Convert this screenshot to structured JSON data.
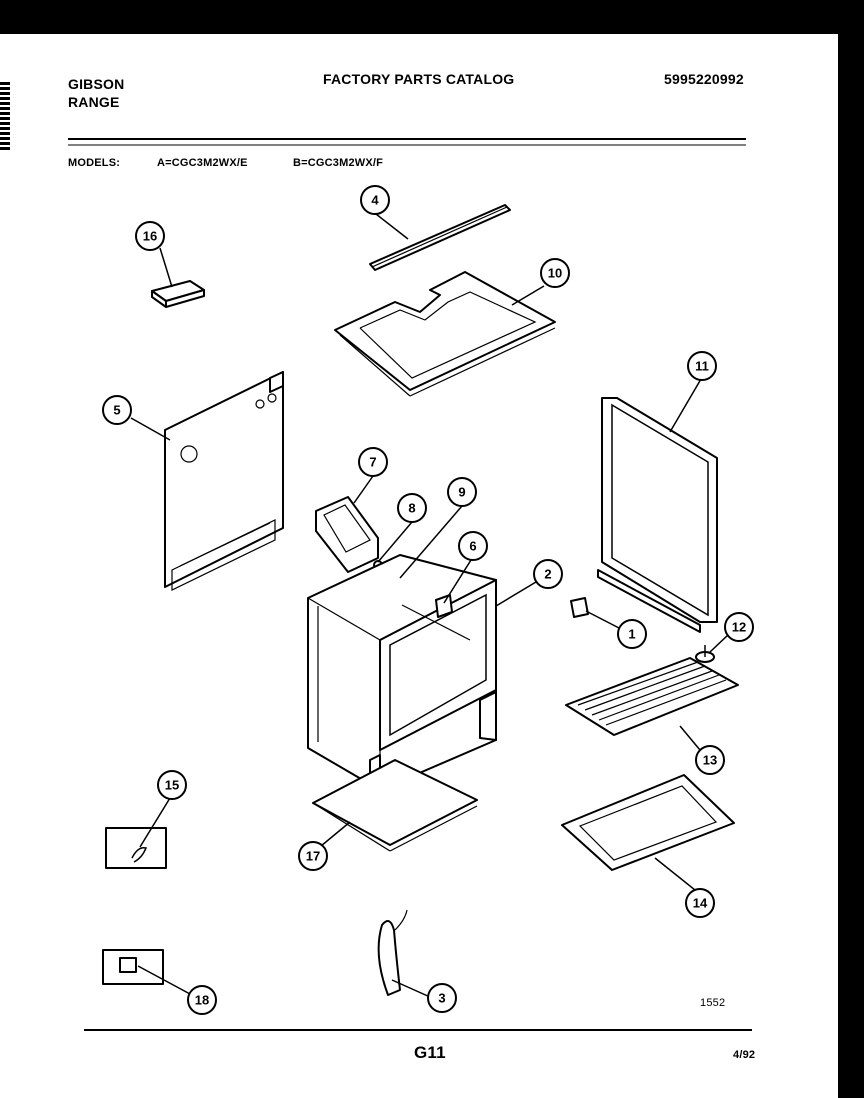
{
  "header": {
    "brand": "GIBSON",
    "product": "RANGE",
    "catalog_title": "FACTORY PARTS CATALOG",
    "catalog_number": "5995220992"
  },
  "models": {
    "label": "MODELS:",
    "model_a": "A=CGC3M2WX/E",
    "model_b": "B=CGC3M2WX/F"
  },
  "callouts": [
    "1",
    "2",
    "3",
    "4",
    "5",
    "6",
    "7",
    "8",
    "9",
    "10",
    "11",
    "12",
    "13",
    "14",
    "15",
    "16",
    "17",
    "18"
  ],
  "footer": {
    "drawing_number": "1552",
    "page_code": "G11",
    "date": "4/92"
  }
}
